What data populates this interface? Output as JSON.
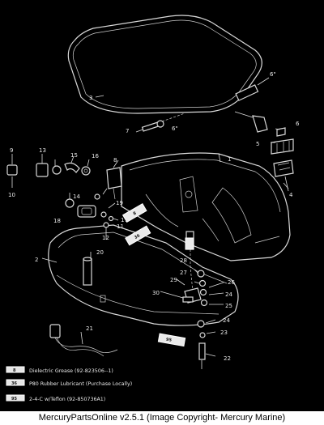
{
  "callouts": {
    "c1": "1",
    "c2": "2",
    "c3": "3",
    "c4": "4",
    "c5": "5",
    "c6a": "6",
    "c6b": "6\"",
    "c6c": "6\"",
    "c7": "7",
    "c8": "8",
    "c9": "9",
    "c10": "10",
    "c11": "11",
    "c12": "12",
    "c13": "13",
    "c14": "14",
    "c15": "15",
    "c16": "16",
    "c17": "17",
    "c18": "18",
    "c19": "19",
    "c20": "20",
    "c21": "21",
    "c22": "22",
    "c23": "23",
    "c24a": "24",
    "c24b": "24",
    "c25": "25",
    "c26": "26",
    "c27": "27",
    "c28": "28",
    "c29": "29",
    "c30": "30"
  },
  "tube_labels": {
    "t8": "8",
    "t36": "36",
    "t95": "95"
  },
  "legend": [
    {
      "code": "8",
      "text": "Dielectric Grease (92-823506--1)"
    },
    {
      "code": "36",
      "text": "P80 Rubber Lubricant (Purchase Locally)"
    },
    {
      "code": "95",
      "text": "2-4-C w/Teflon (92-850736A1)"
    }
  ],
  "footer": "MercuryPartsOnline v2.5.1 (Image Copyright- Mercury Marine)"
}
